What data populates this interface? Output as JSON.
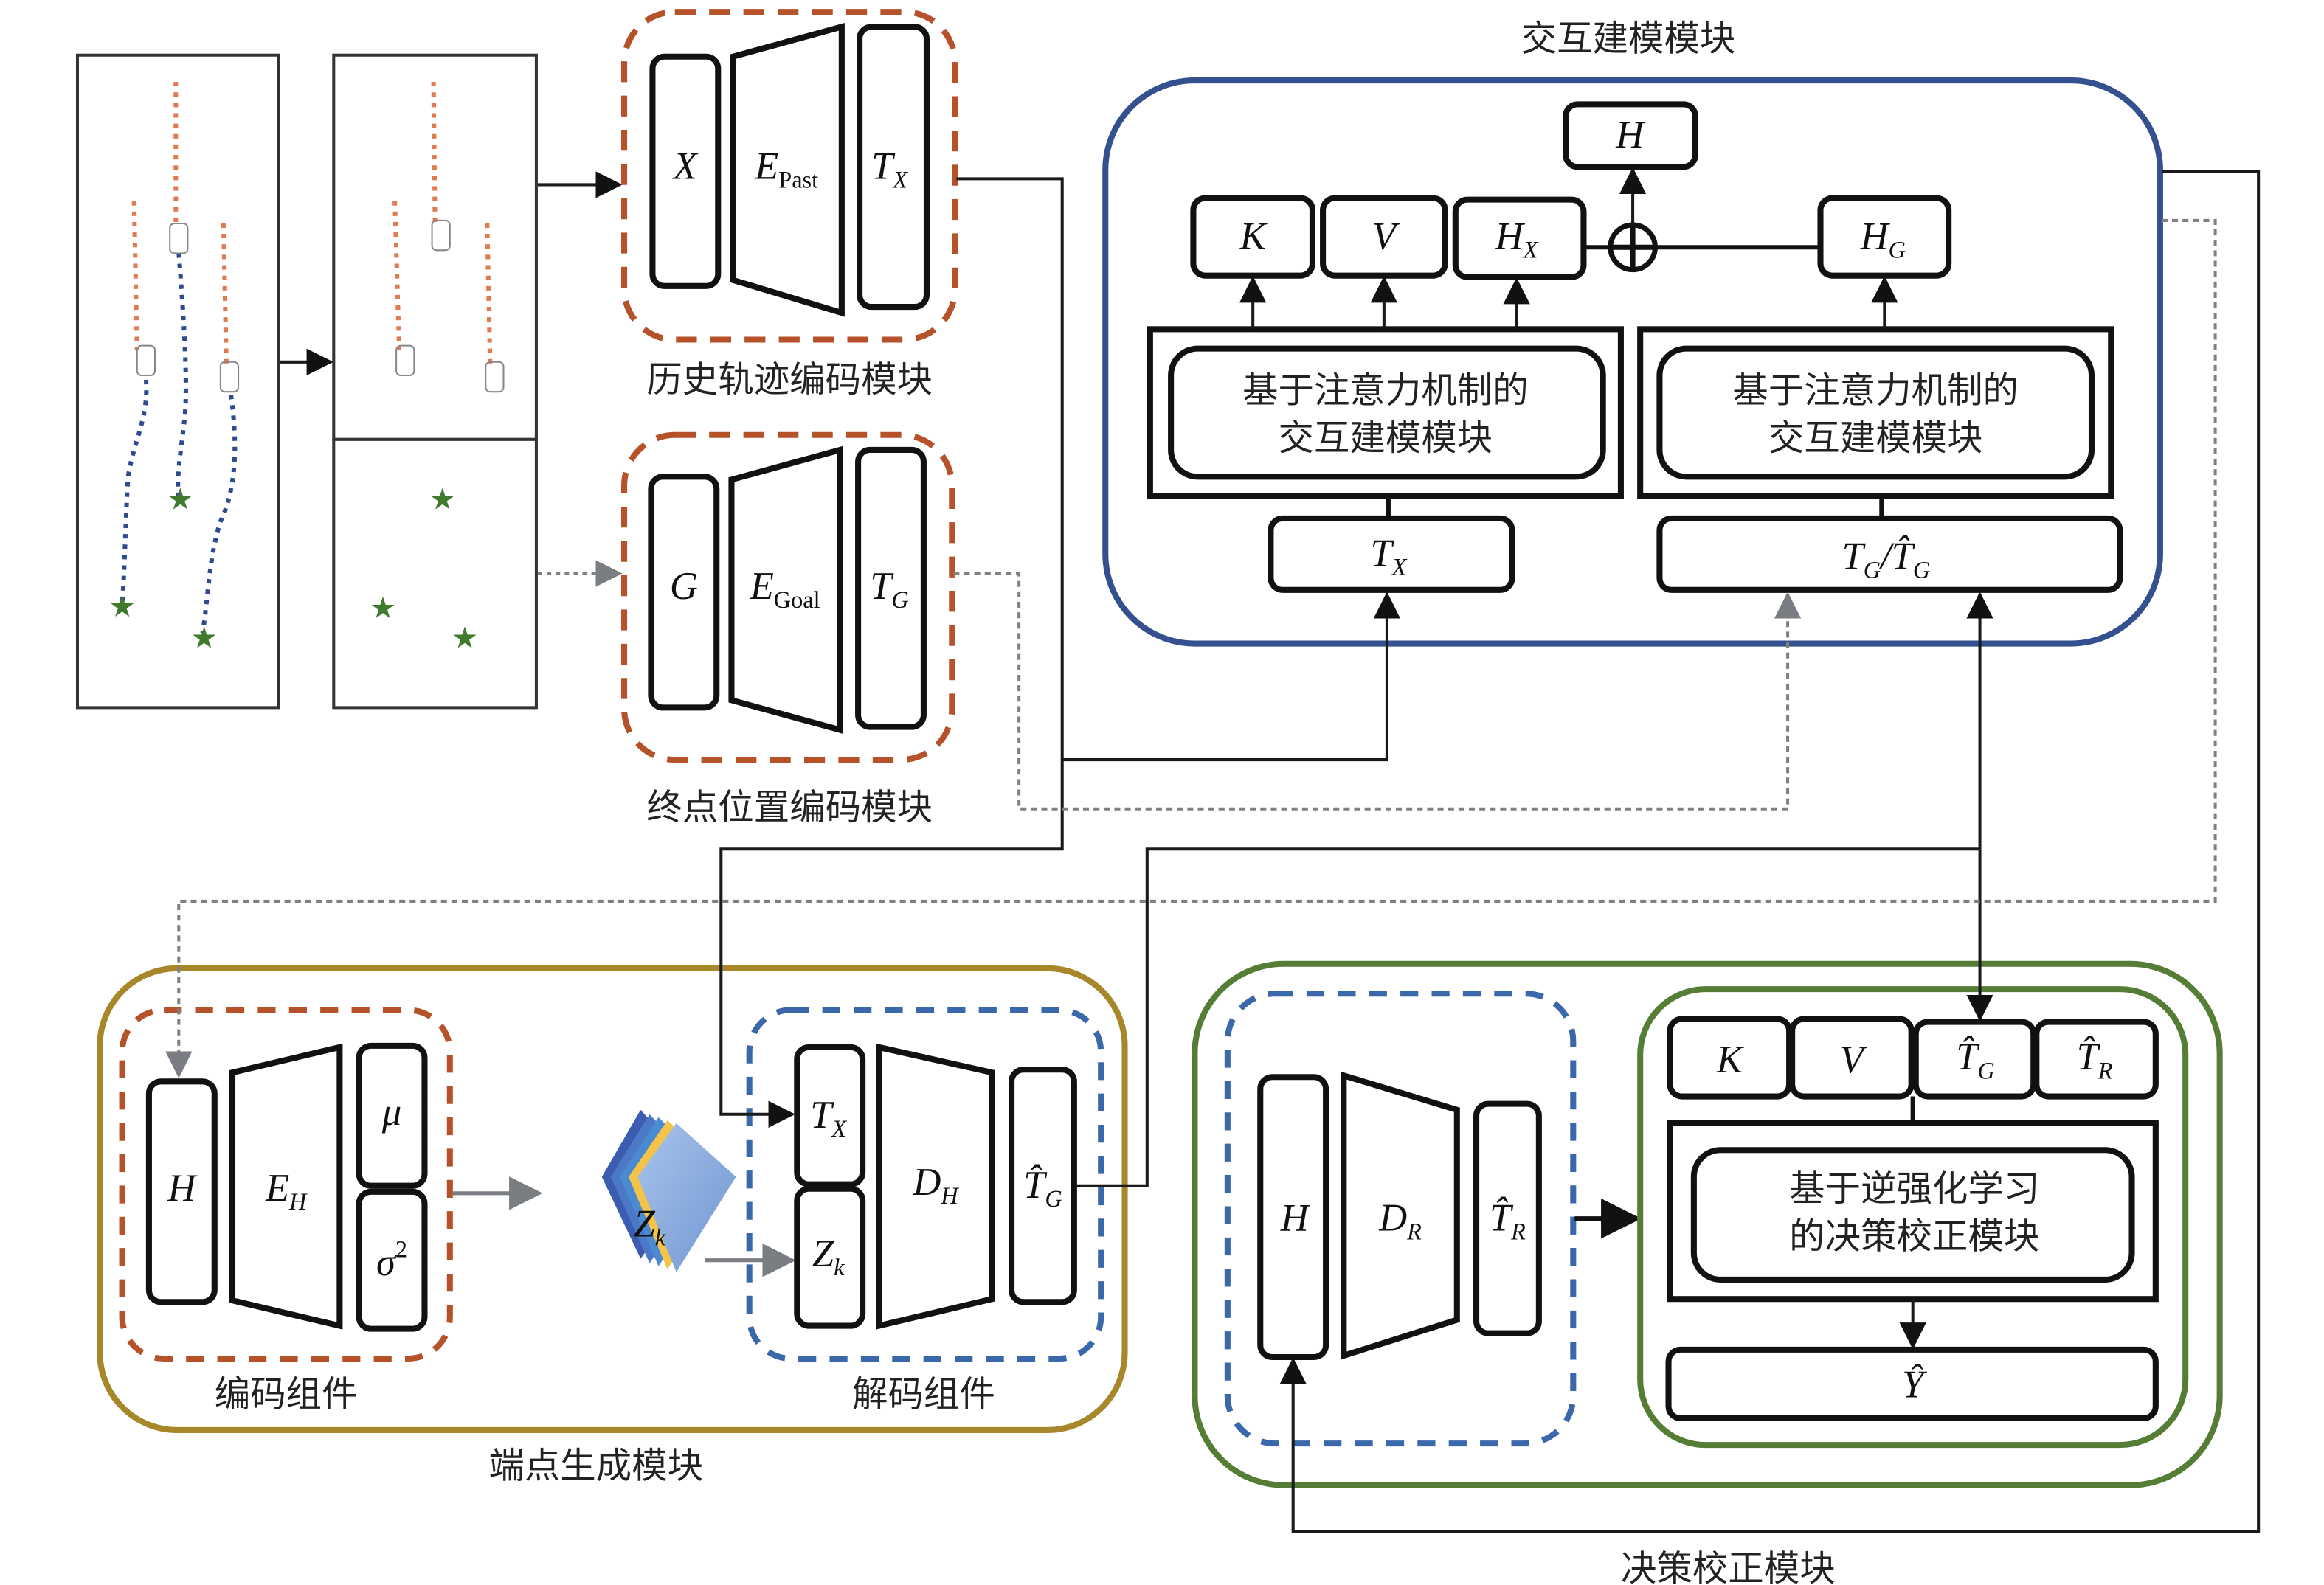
{
  "colors": {
    "history_border": "#b5522a",
    "goal_border": "#b5522a",
    "interaction_border": "#34508f",
    "endpoint_border": "#a8862a",
    "encoder_border": "#b5522a",
    "decoder_border": "#3a68aa",
    "decision_border": "#567d35",
    "policy_inner_border": "#567d35",
    "dashed_connector": "#808080",
    "past_trajectory": "#e07a4f",
    "future_trajectory": "#2f4a8f",
    "goal_star": "#3f7a2e"
  },
  "scene": {
    "panel_full": "trajectory-scene",
    "panel_split_top": "history-scene",
    "panel_split_bottom": "goal-scene"
  },
  "history_module": {
    "title": "历史轨迹编码模块",
    "input": "X",
    "encoder": "E",
    "encoder_sub": "Past",
    "output": "T",
    "output_sub": "X"
  },
  "goal_module": {
    "title": "终点位置编码模块",
    "input": "G",
    "encoder": "E",
    "encoder_sub": "Goal",
    "output": "T",
    "output_sub": "G"
  },
  "interaction_module": {
    "title": "交互建模模块",
    "output_h": "H",
    "k": "K",
    "v": "V",
    "hx": "H",
    "hx_sub": "X",
    "hg": "H",
    "hg_sub": "G",
    "attention_left_line1": "基于注意力机制的",
    "attention_left_line2": "交互建模模块",
    "attention_right_line1": "基于注意力机制的",
    "attention_right_line2": "交互建模模块",
    "input_left": "T",
    "input_left_sub": "X",
    "input_right_a": "T",
    "input_right_a_sub": "G",
    "input_right_sep": "/",
    "input_right_b": "T̂",
    "input_right_b_sub": "G",
    "plus_symbol": "⊕"
  },
  "endpoint_module": {
    "title": "端点生成模块",
    "encoder_title": "编码组件",
    "decoder_title": "解码组件",
    "enc_input": "H",
    "enc_net": "E",
    "enc_net_sub": "H",
    "mu": "μ",
    "sigma": "σ",
    "sigma_sup": "2",
    "latent": "Z",
    "latent_sub": "k",
    "dec_in_tx": "T",
    "dec_in_tx_sub": "X",
    "dec_in_z": "Z",
    "dec_in_z_sub": "k",
    "dec_net": "D",
    "dec_net_sub": "H",
    "dec_out": "T̂",
    "dec_out_sub": "G"
  },
  "decision_module": {
    "title": "决策校正模块",
    "dec_input": "H",
    "dec_net": "D",
    "dec_net_sub": "R",
    "dec_out": "T̂",
    "dec_out_sub": "R",
    "k": "K",
    "v": "V",
    "tg": "T̂",
    "tg_sub": "G",
    "tr": "T̂",
    "tr_sub": "R",
    "irl_line1": "基于逆强化学习",
    "irl_line2": "的决策校正模块",
    "output": "Ŷ"
  }
}
